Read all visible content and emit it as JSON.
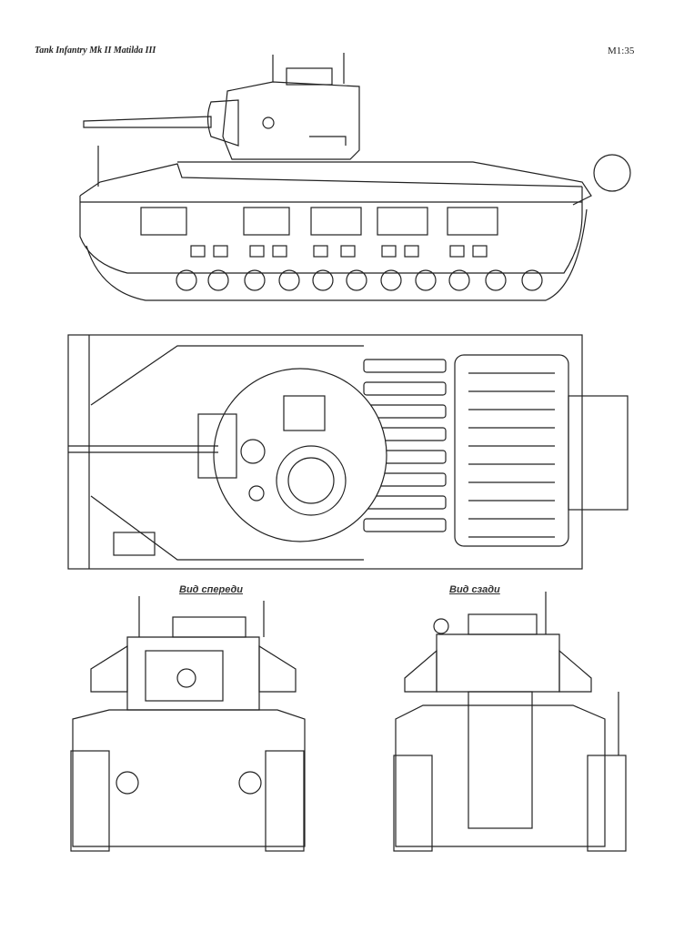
{
  "header": {
    "title": "Tank Infantry Mk II Matilda III",
    "scale": "M1:35"
  },
  "views": {
    "front_label": "Вид спереди",
    "rear_label": "Вид сзади"
  }
}
